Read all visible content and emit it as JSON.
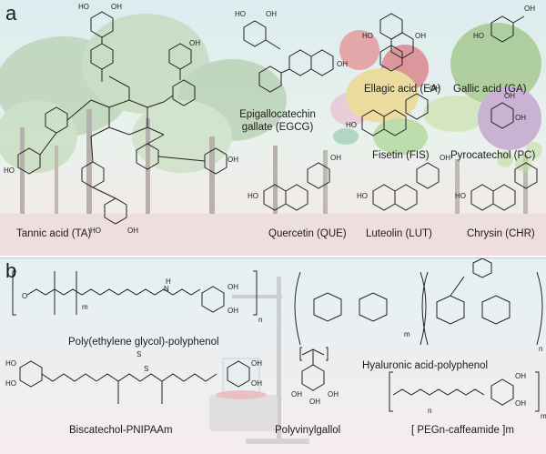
{
  "panel_a": {
    "label": "a",
    "compounds": [
      {
        "id": "ta",
        "name": "Tannic acid (TA)"
      },
      {
        "id": "egcg",
        "name": "Epigallocatechin gallate (EGCG)"
      },
      {
        "id": "ea",
        "name": "Ellagic acid (EA)"
      },
      {
        "id": "ga",
        "name": "Gallic acid (GA)"
      },
      {
        "id": "fis",
        "name": "Fisetin (FIS)"
      },
      {
        "id": "pc",
        "name": "Pyrocatechol (PC)"
      },
      {
        "id": "que",
        "name": "Quercetin (QUE)"
      },
      {
        "id": "lut",
        "name": "Luteolin (LUT)"
      },
      {
        "id": "chr",
        "name": "Chrysin (CHR)"
      }
    ]
  },
  "panel_b": {
    "label": "b",
    "polymers": [
      {
        "id": "peg",
        "name": "Poly(ethylene glycol)-polyphenol"
      },
      {
        "id": "ha",
        "name": "Hyaluronic acid-polyphenol"
      },
      {
        "id": "pnipaam",
        "name": "Biscatechol-PNIPAAm"
      },
      {
        "id": "pvg",
        "name": "Polyvinylgallol"
      },
      {
        "id": "pegcaf",
        "name": "[ PEGn-caffeamide ]m"
      }
    ]
  },
  "atoms": {
    "oh": "OH",
    "ho": "HO",
    "o": "O",
    "n": "N",
    "h": "H",
    "s": "S",
    "n_sub": "n",
    "m_sub": "m"
  }
}
